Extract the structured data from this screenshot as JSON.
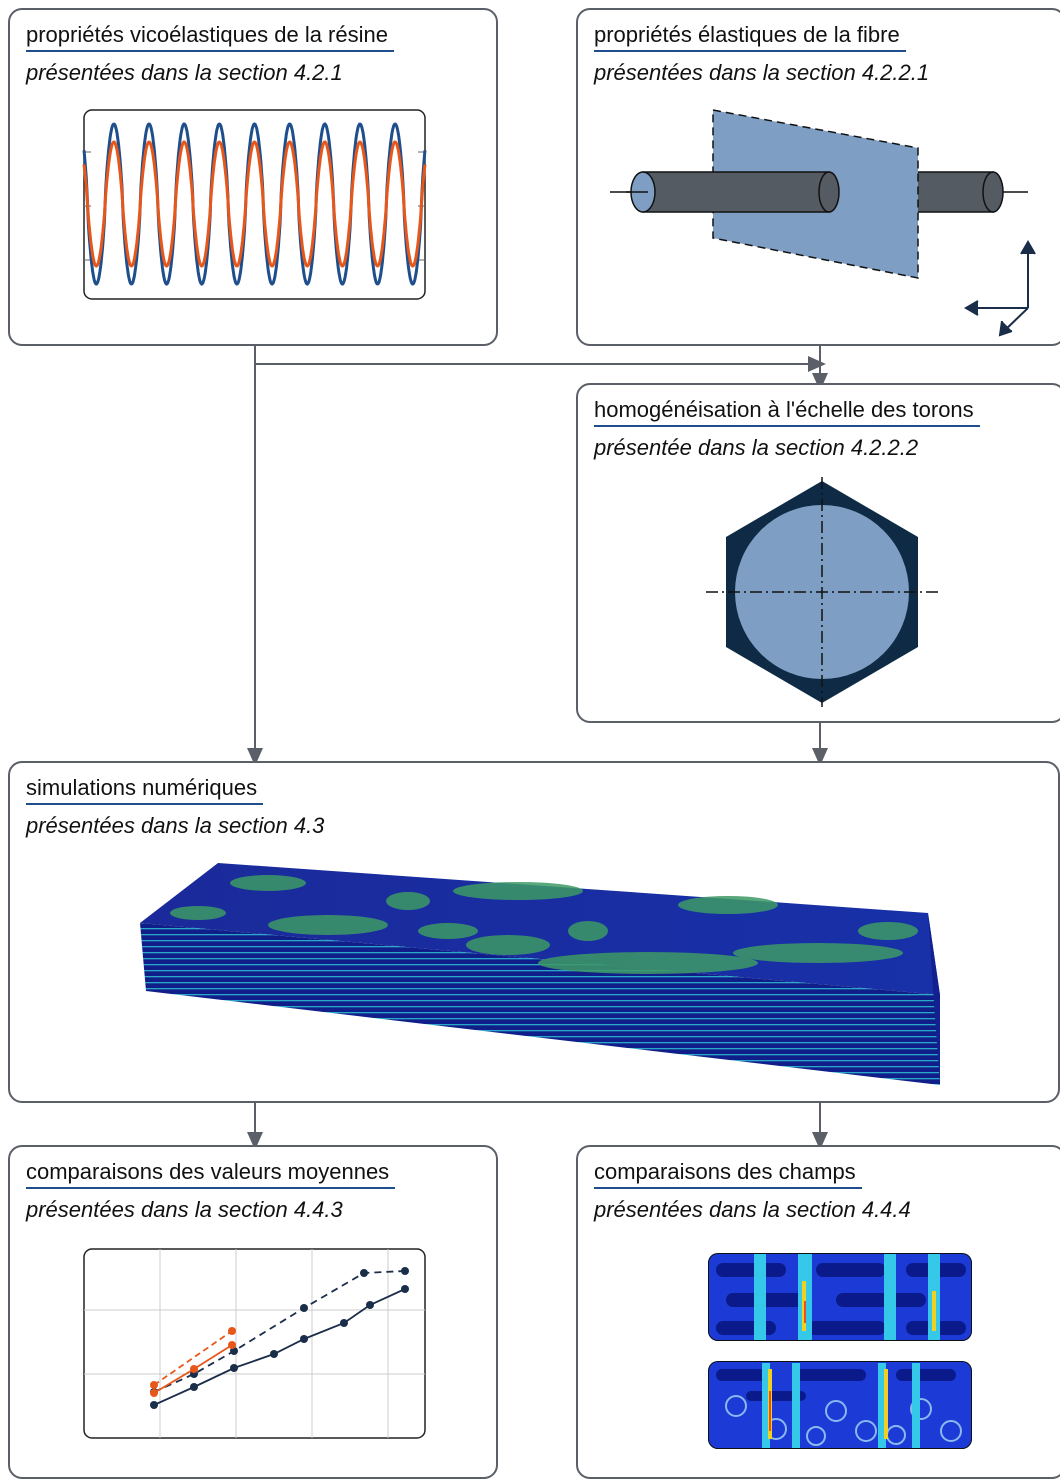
{
  "boxes": {
    "resin": {
      "title": "propriétés vicoélastiques de la résine",
      "subtitle": "présentées dans la section 4.2.1"
    },
    "fibre": {
      "title": "propriétés élastiques de la fibre",
      "subtitle": "présentées dans la section 4.2.2.1"
    },
    "homog": {
      "title": "homogénéisation à l'échelle des torons",
      "subtitle": "présentée dans la section 4.2.2.2"
    },
    "sim": {
      "title": "simulations numériques",
      "subtitle": "présentées dans la section 4.3"
    },
    "means": {
      "title": "comparaisons des valeurs moyennes",
      "subtitle": "présentées dans la section 4.4.3"
    },
    "fields": {
      "title": "comparaisons des champs",
      "subtitle": "présentées dans la section 4.4.4"
    }
  },
  "colors": {
    "border": "#5b6068",
    "underline": "#1f4e8c",
    "blue_series": "#1f4e8c",
    "orange_series": "#e8571a",
    "navy_series": "#1a2e4a",
    "fibre_grey": "#555b63",
    "plane_blue": "#7e9ec4",
    "hex_navy": "#0e2a45"
  }
}
